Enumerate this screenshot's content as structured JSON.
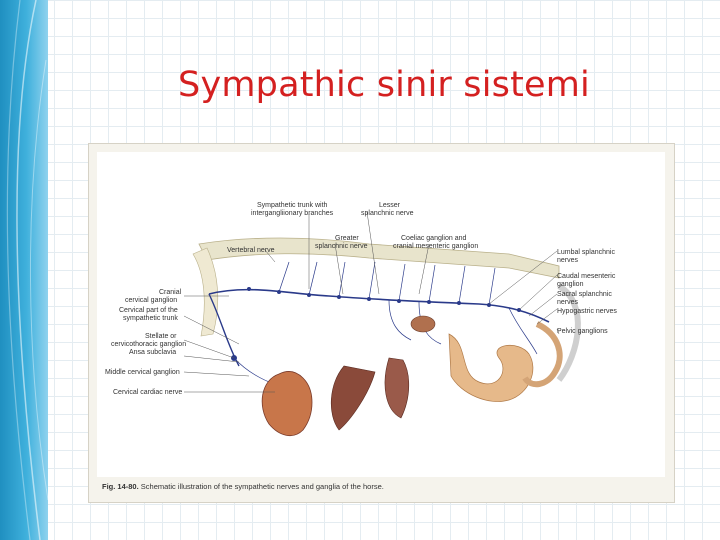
{
  "slide": {
    "title": "Sympathic sinir sistemi"
  },
  "figure": {
    "labels": {
      "sympathetic_trunk": "Sympathetic trunk with",
      "intergang_branches": "intergangliionary branches",
      "lesser_1": "Lesser",
      "lesser_2": "splanchnic nerve",
      "vertebral_nerve": "Vertebral nerve",
      "greater_1": "Greater",
      "greater_2": "splanchnic nerve",
      "coeliac_1": "Coeliac ganglion and",
      "coeliac_2": "cranial mesenteric ganglion",
      "lumbal_1": "Lumbal splanchnic",
      "lumbal_2": "nerves",
      "caudal_1": "Caudal mesenteric",
      "caudal_2": "ganglion",
      "sacral_1": "Sacral splanchnic",
      "sacral_2": "nerves",
      "hypogastric": "Hypogastric nerves",
      "pelvic": "Pelvic ganglions",
      "cranial_1": "Cranial",
      "cranial_2": "cervical ganglion",
      "cervical_part_1": "Cervical part of the",
      "cervical_part_2": "sympathetic trunk",
      "stellate_1": "Stellate or",
      "stellate_2": "cervicothoracic ganglion",
      "ansa": "Ansa subclavia",
      "middle_cervical": "Middle cervical ganglion",
      "cardiac": "Cervical cardiac nerve"
    },
    "caption_num": "Fig. 14-80.",
    "caption_text": "Schematic illustration of the sympathetic nerves and ganglia of the horse."
  },
  "colors": {
    "title": "#d42020",
    "band": "#3fb0dc",
    "nerve": "#2a3a8a",
    "organ_brown": "#8a4a3a",
    "organ_tan": "#e6b98a",
    "spine": "#e8e4cc"
  }
}
